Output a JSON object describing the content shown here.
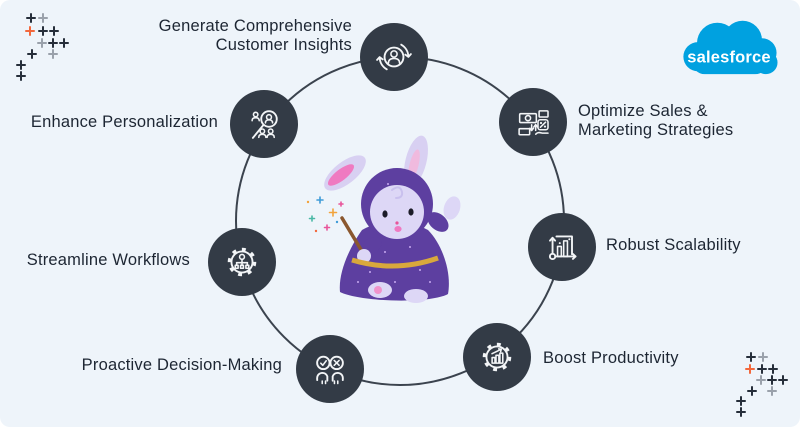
{
  "brand": {
    "logo_text": "salesforce",
    "logo_color": "#00a1e0"
  },
  "diagram": {
    "mascot": "wizard-bunny-mascot",
    "nodes": [
      {
        "id": "customer-insights",
        "icon": "person-refresh-icon",
        "line1": "Generate Comprehensive",
        "line2": "Customer Insights"
      },
      {
        "id": "optimize-sales",
        "icon": "money-percent-icon",
        "line1": "Optimize Sales &",
        "line2": "Marketing Strategies"
      },
      {
        "id": "robust-scalability",
        "icon": "scaling-chart-icon",
        "line1": "Robust Scalability"
      },
      {
        "id": "boost-productivity",
        "icon": "gear-chart-icon",
        "line1": "Boost Productivity"
      },
      {
        "id": "proactive-decision-making",
        "icon": "hands-check-cross-icon",
        "line1": "Proactive Decision-Making"
      },
      {
        "id": "streamline-workflows",
        "icon": "gear-flowchart-icon",
        "line1": "Streamline Workflows"
      },
      {
        "id": "enhance-personalization",
        "icon": "people-magnifier-icon",
        "line1": "Enhance Personalization"
      }
    ]
  },
  "colors": {
    "background": "#eef4fa",
    "node_fill": "#333b46",
    "ring_stroke": "#3b434e",
    "icon_stroke": "#f3f5f7",
    "label_text": "#1d2633",
    "salesforce_blue": "#00a1e0",
    "plus_dark": "#262e3a",
    "plus_gray": "#9aa1ab",
    "plus_orange": "#f2683c",
    "mascot_robe": "#5d3fa0",
    "mascot_fur": "#ddd7f6",
    "mascot_pink": "#ef7ac1",
    "mascot_belt": "#d9a83c",
    "wand_brown": "#8a572e"
  }
}
